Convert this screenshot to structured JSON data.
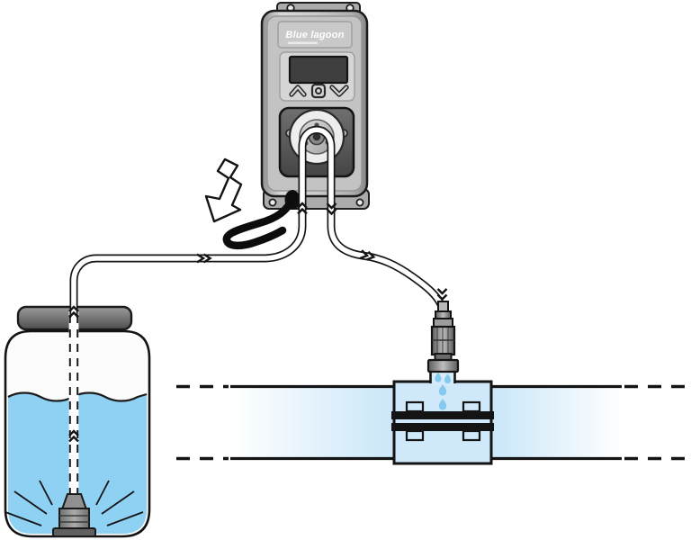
{
  "page": {
    "background_color": "#ffffff",
    "description": "Installation diagram: peristaltic dosing pump drawing liquid from a container through a foot filter and injecting it into a water pipe via a saddle-clamp injection valve"
  },
  "pump": {
    "brand_label": "Blue lagoon",
    "display": {
      "text": ""
    },
    "keys": [
      {
        "icon": "up-chevron-key"
      },
      {
        "icon": "ok-key"
      },
      {
        "icon": "down-chevron-key"
      }
    ]
  },
  "symbols": {
    "power": "lightning-bolt-arrow",
    "flow_direction": "double-chevron-marks",
    "pipe_continuation": "dashed-lines"
  },
  "colors": {
    "liquid": "#8ed1f3",
    "pipe_fill": "#c9e6f8",
    "saddle_fill": "#cfe8fa",
    "droplet": "#86c9ee",
    "pump_body": "#c6c6c6",
    "pump_head": "#565656",
    "lid_gray": "#6a6a6a",
    "outline": "#141414",
    "tube_white": "#ffffff",
    "cable_black": "#0c0c0c"
  }
}
